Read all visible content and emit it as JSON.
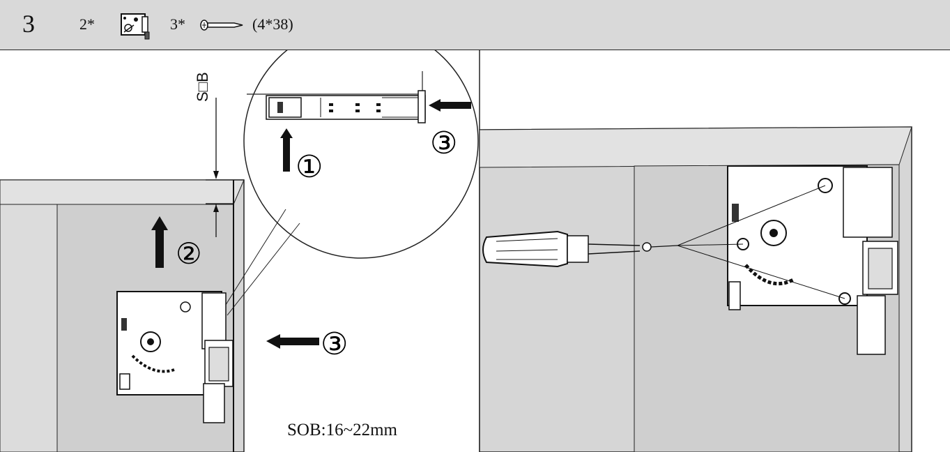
{
  "header": {
    "step": "3",
    "bracket_qty": "2*",
    "screw_qty": "3*",
    "screw_size": "(4*38)"
  },
  "icons": {
    "bracket": "mounting-bracket-icon",
    "screw": "screw-icon"
  },
  "labels": {
    "sob_vertical": "S□B",
    "spec": "SOB:16~22mm",
    "step1": "①",
    "step2": "②",
    "step3": "③"
  },
  "colors": {
    "header_bg": "#d9d9d9",
    "panel_bg": "#d4d4d4",
    "panel_light": "#e0e0e0",
    "line": "#222222",
    "arrow": "#111111"
  }
}
